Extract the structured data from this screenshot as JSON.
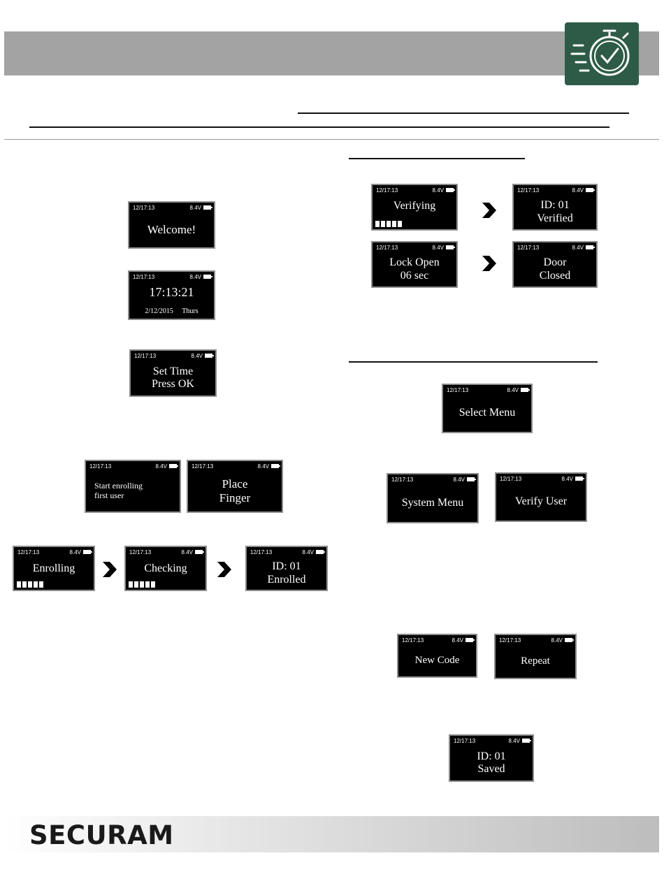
{
  "header": {
    "badge_icon": "stopwatch-icon",
    "badge_color": "#2e5b47"
  },
  "status": {
    "time": "12/17:13",
    "voltage": "8.4V",
    "battery_icon": "battery-icon"
  },
  "screens": {
    "welcome": {
      "line1": "Welcome!"
    },
    "clock": {
      "time": "17:13:21",
      "date": "2/12/2015",
      "day": "Thurs"
    },
    "set_time": {
      "line1": "Set Time",
      "line2": "Press OK"
    },
    "start_enrolling": {
      "line1": "Start enrolling",
      "line2": "first user"
    },
    "place_finger": {
      "line1": "Place",
      "line2": "Finger"
    },
    "enrolling": {
      "line1": "Enrolling"
    },
    "checking": {
      "line1": "Checking"
    },
    "enrolled": {
      "line1": "ID:  01",
      "line2": "Enrolled"
    },
    "verifying": {
      "line1": "Verifying"
    },
    "verified": {
      "line1": "ID:  01",
      "line2": "Verified"
    },
    "lock_open": {
      "line1": "Lock Open",
      "line2": "06 sec"
    },
    "door_closed": {
      "line1": "Door",
      "line2": "Closed"
    },
    "select_menu": {
      "line1": "Select Menu"
    },
    "system_menu": {
      "line1": "System Menu"
    },
    "verify_user": {
      "line1": "Verify User"
    },
    "new_code": {
      "line1": "New Code"
    },
    "repeat": {
      "line1": "Repeat"
    },
    "saved": {
      "line1": "ID:  01",
      "line2": "Saved"
    }
  },
  "footer": {
    "brand": "SECURAM"
  }
}
